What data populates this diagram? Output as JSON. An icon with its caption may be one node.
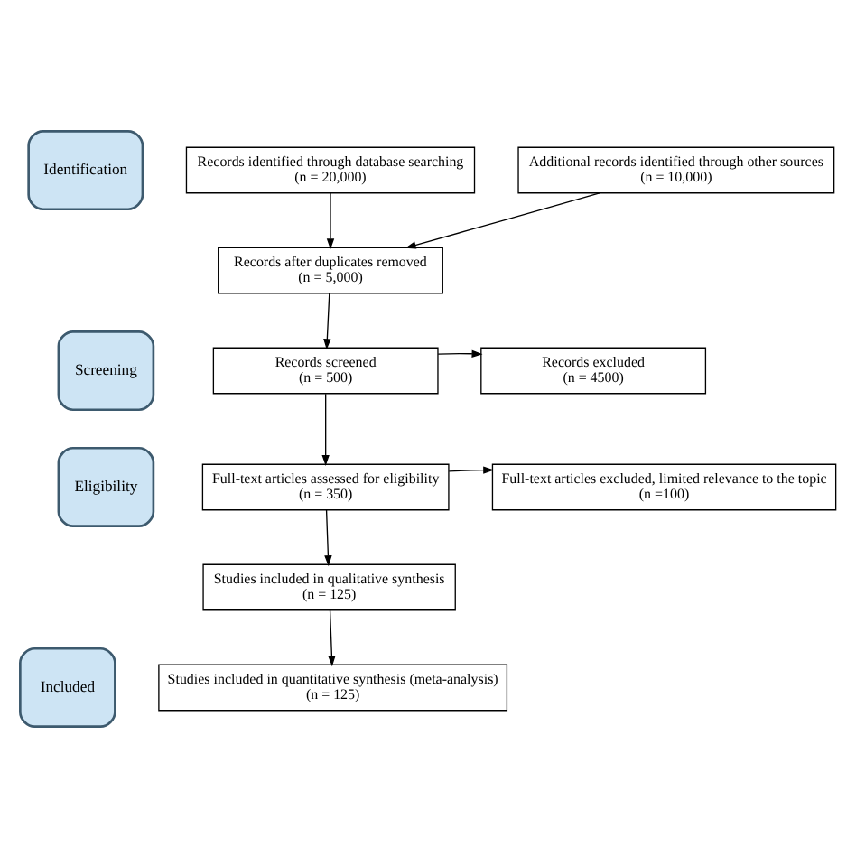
{
  "diagram": {
    "nodes": [
      {
        "text": [
          "Identification"
        ]
      },
      {
        "text": [
          "Records identified through database searching",
          "(n = 20,000)"
        ]
      },
      {
        "text": [
          "Additional records identified through other sources",
          "(n = 10,000)"
        ]
      },
      {
        "text": [
          "Records after duplicates removed",
          "(n = 5,000)"
        ]
      },
      {
        "text": [
          "Screening"
        ]
      },
      {
        "text": [
          "Records screened",
          "(n = 500)"
        ]
      },
      {
        "text": [
          "Records excluded",
          "(n = 4500)"
        ]
      },
      {
        "text": [
          "Eligibility"
        ]
      },
      {
        "text": [
          "Full-text articles assessed for eligibility",
          "(n = 350)"
        ]
      },
      {
        "text": [
          "Full-text articles excluded, limited relevance to the topic",
          "(n =100)"
        ]
      },
      {
        "text": [
          "Studies included in qualitative synthesis",
          "(n = 125)"
        ]
      },
      {
        "text": [
          "Included"
        ]
      },
      {
        "text": [
          "Studies included in quantitative synthesis (meta-analysis)",
          "(n = 125)"
        ]
      }
    ],
    "edges": [
      {
        "from": 1,
        "to": 3,
        "arrow": "to"
      },
      {
        "from": 2,
        "to": 3,
        "arrow": "to"
      },
      {
        "from": 3,
        "to": 5,
        "arrow": "to"
      },
      {
        "from": 5,
        "to": 6,
        "arrow": "to"
      },
      {
        "from": 5,
        "to": 8,
        "arrow": "to"
      },
      {
        "from": 8,
        "to": 9,
        "arrow": "to"
      },
      {
        "from": 8,
        "to": 10,
        "arrow": "to"
      },
      {
        "from": 10,
        "to": 12,
        "arrow": "to"
      }
    ]
  }
}
